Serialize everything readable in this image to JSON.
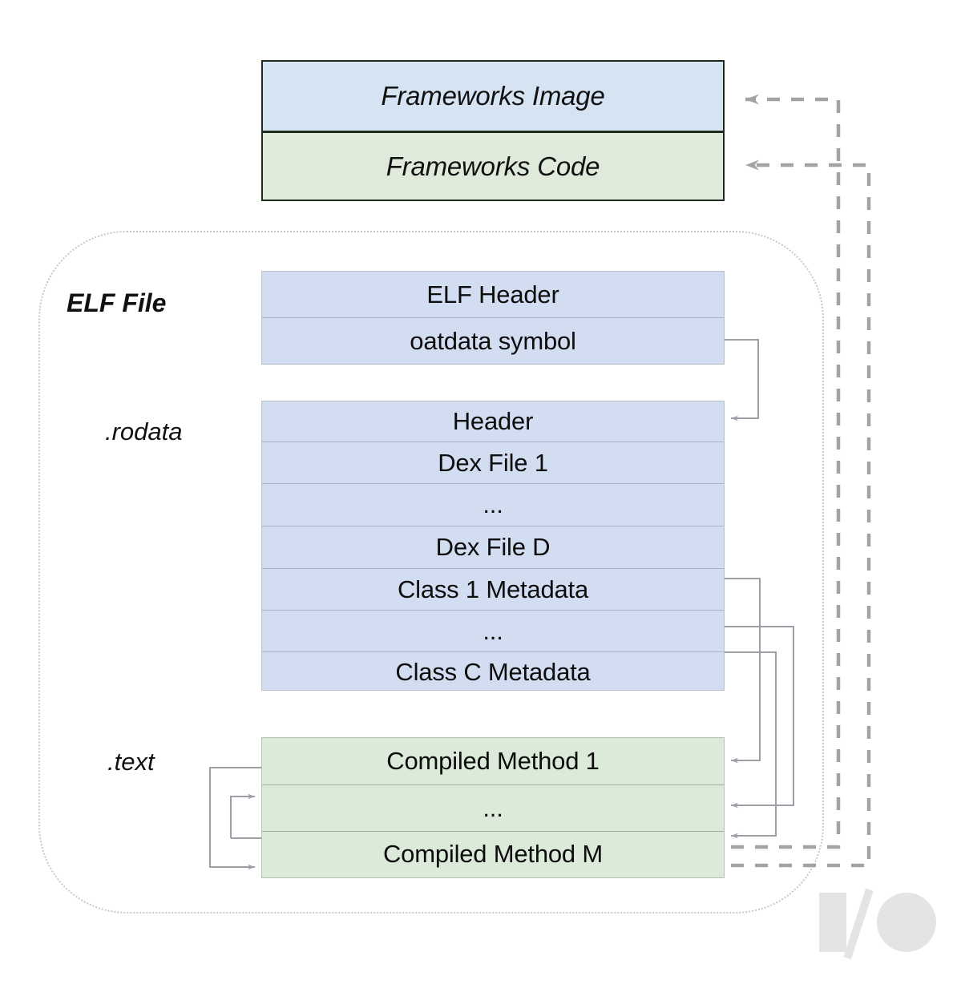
{
  "diagram": {
    "title": "ELF File layout (OAT) — Frameworks Image and Code",
    "colors": {
      "blue_fill": "#d6e3f2",
      "blue_fill_rodata": "#d3ddf2",
      "green_fill": "#dfeada",
      "green_fill_text": "#dceada",
      "dark_outline": "#1d2b1d",
      "light_outline": "#b9c0c9",
      "connector": "#9aa0a6",
      "dashed_connector": "#9e9e9e",
      "dotted_group": "#c9c9c9",
      "logo": "#e4e4e4",
      "text": "#0d0d0d"
    },
    "frameworks_stack": {
      "name": "frameworks-stack",
      "rows": [
        {
          "label": "Frameworks Image",
          "fill": "blue"
        },
        {
          "label": "Frameworks Code",
          "fill": "green"
        }
      ]
    },
    "group_label": "ELF File",
    "sections": [
      {
        "id": "elf-header-section",
        "side_label": "",
        "fill": "blue",
        "rows": [
          {
            "label": "ELF Header"
          },
          {
            "label": "oatdata symbol"
          }
        ]
      },
      {
        "id": "rodata-section",
        "side_label": ".rodata",
        "fill": "blue",
        "rows": [
          {
            "label": "Header"
          },
          {
            "label": "Dex File 1"
          },
          {
            "label": "..."
          },
          {
            "label": "Dex File D"
          },
          {
            "label": "Class 1 Metadata"
          },
          {
            "label": "..."
          },
          {
            "label": "Class C Metadata"
          }
        ]
      },
      {
        "id": "text-section",
        "side_label": ".text",
        "fill": "green",
        "rows": [
          {
            "label": "Compiled Method 1"
          },
          {
            "label": "..."
          },
          {
            "label": "Compiled Method M"
          }
        ]
      }
    ],
    "connections": [
      {
        "from": "oatdata symbol",
        "to": "Header",
        "style": "solid"
      },
      {
        "from": "Class 1 Metadata",
        "to": "Compiled Method 1",
        "style": "solid"
      },
      {
        "from": "Class C Metadata",
        "to": "...",
        "style": "solid"
      },
      {
        "from": "Class C Metadata",
        "to": "Compiled Method M",
        "style": "solid"
      },
      {
        "from": "Compiled Method 1",
        "to": "...",
        "style": "solid"
      },
      {
        "from": "Compiled Method 1",
        "to": "Compiled Method M",
        "style": "solid"
      },
      {
        "from": "Compiled Method M",
        "to": "Frameworks Image",
        "style": "dashed"
      },
      {
        "from": "Compiled Method M",
        "to": "Frameworks Code",
        "style": "dashed"
      }
    ],
    "logo": {
      "name": "google-io-logo",
      "parts": [
        "i-bar",
        "slash",
        "o-circle"
      ]
    }
  }
}
